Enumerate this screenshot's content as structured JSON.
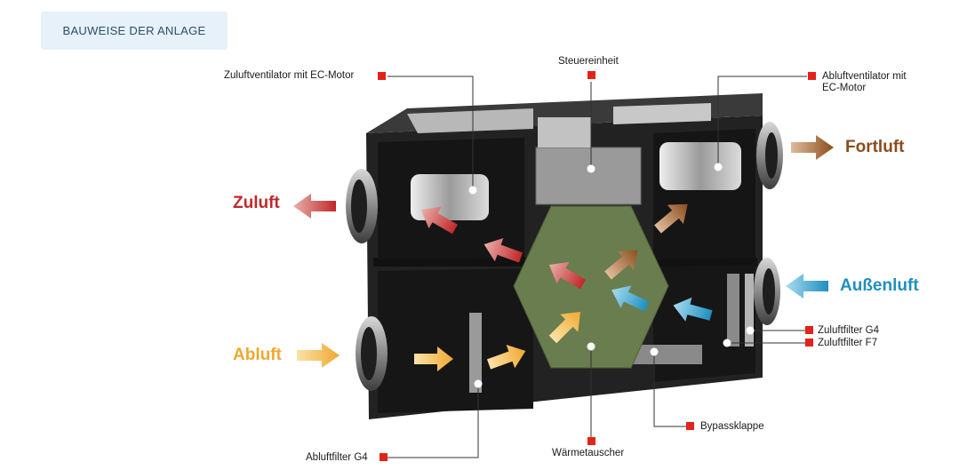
{
  "tab": {
    "label": "BAUWEISE DER ANLAGE"
  },
  "labels": {
    "zuluftventilator": "Zuluftventilator mit EC-Motor",
    "steuereinheit": "Steuereinheit",
    "abluftventilator_1": "Abluftventilator mit",
    "abluftventilator_2": "EC-Motor",
    "zuluftfilter_g4": "Zuluftfilter G4",
    "zuluftfilter_f7": "Zuluftfilter F7",
    "bypassklappe": "Bypassklappe",
    "waermetauscher": "Wärmetauscher",
    "abluftfilter_g4": "Abluftfilter G4"
  },
  "airflows": {
    "zuluft": "Zuluft",
    "fortluft": "Fortluft",
    "aussenluft": "Außenluft",
    "abluft": "Abluft"
  },
  "colors": {
    "zuluft": "#c0282a",
    "fortluft": "#8a4d1c",
    "aussenluft": "#1f8fbf",
    "abluft": "#f0a830",
    "marker": "#e2231a",
    "exchanger": "#6a7d4e"
  }
}
